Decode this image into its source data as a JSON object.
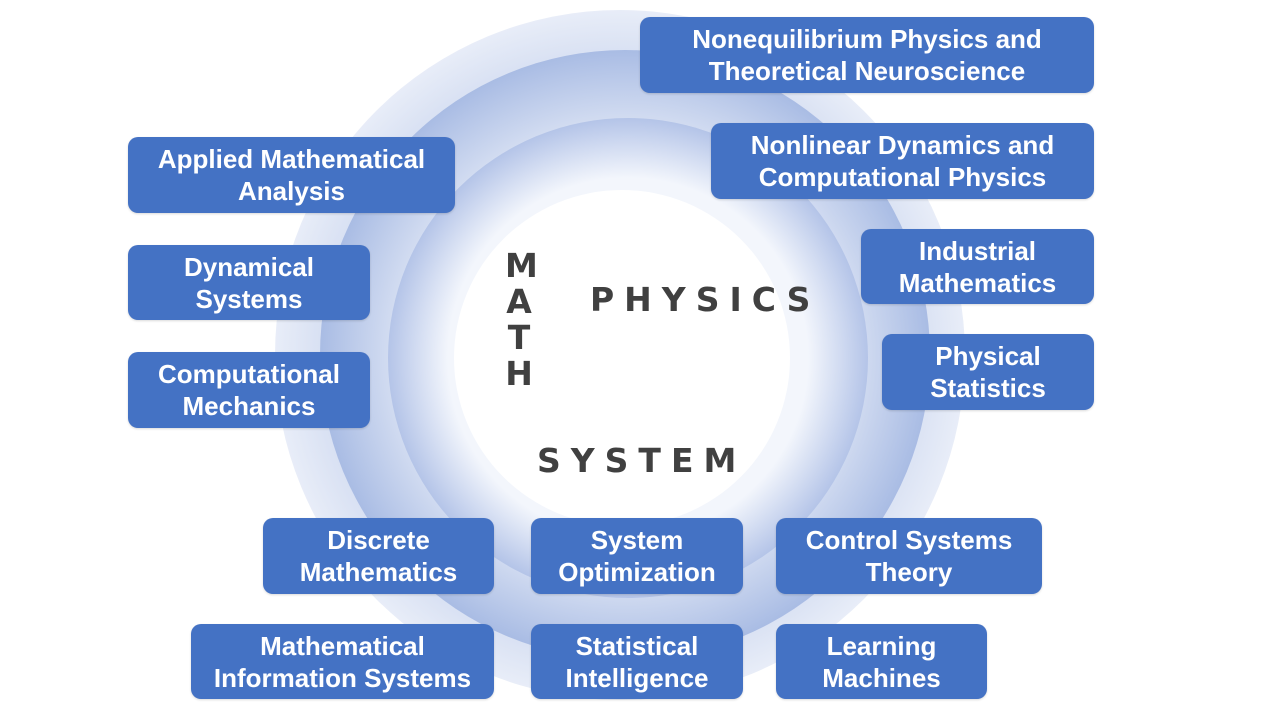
{
  "core": {
    "math": "MATH",
    "physics": "PHYSICS",
    "system": "SYSTEM"
  },
  "topics": {
    "nonequilibrium": "Nonequilibrium Physics and\nTheoretical Neuroscience",
    "nonlinear": "Nonlinear Dynamics and\nComputational Physics",
    "industrial": "Industrial\nMathematics",
    "physical_statistics": "Physical\nStatistics",
    "applied_math": "Applied Mathematical\nAnalysis",
    "dynamical": "Dynamical\nSystems",
    "comp_mechanics": "Computational\nMechanics",
    "discrete": "Discrete\nMathematics",
    "system_opt": "System\nOptimization",
    "control": "Control Systems\nTheory",
    "math_info": "Mathematical\nInformation Systems",
    "stat_intel": "Statistical\nIntelligence",
    "learning": "Learning\nMachines"
  },
  "colors": {
    "box_fill": "#4472c4",
    "ring_outer": "#dfe6f5",
    "ring_inner": "#c3d0ec",
    "center_text": "#404040"
  }
}
